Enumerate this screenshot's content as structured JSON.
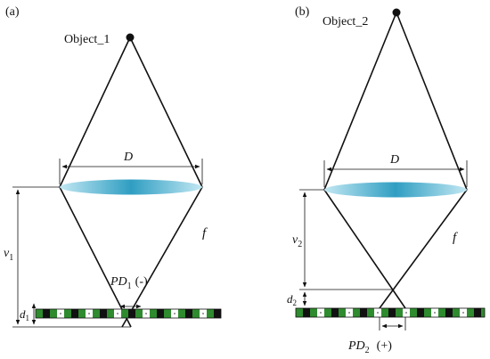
{
  "panels": [
    {
      "tag": "(a)",
      "object_label": "Object_1",
      "aperture_label": "D",
      "focal_label": "f",
      "image_distance": {
        "main": "v",
        "sub": "1"
      },
      "sensor_gap": {
        "main": "d",
        "sub": "1"
      },
      "phase_difference": {
        "main": "PD",
        "sub": "1",
        "sign": "(-)"
      }
    },
    {
      "tag": "(b)",
      "object_label": "Object_2",
      "aperture_label": "D",
      "focal_label": "f",
      "image_distance": {
        "main": "v",
        "sub": "2"
      },
      "sensor_gap": {
        "main": "d",
        "sub": "2"
      },
      "phase_difference": {
        "main": "PD",
        "sub": "2",
        "sign": "(+)"
      }
    }
  ],
  "colors": {
    "line": "#111111",
    "lens_center": "#2f9ec2",
    "lens_edge": "#b9e3f0",
    "pixel_green": "#2e8b2e",
    "pixel_black": "#111111",
    "pixel_white": "#ffffff"
  },
  "icons": {
    "object_point": "filled-circle-icon",
    "lens": "convex-lens-icon",
    "sensor": "pixel-strip-icon",
    "dimension_arrow": "double-arrow-icon"
  }
}
